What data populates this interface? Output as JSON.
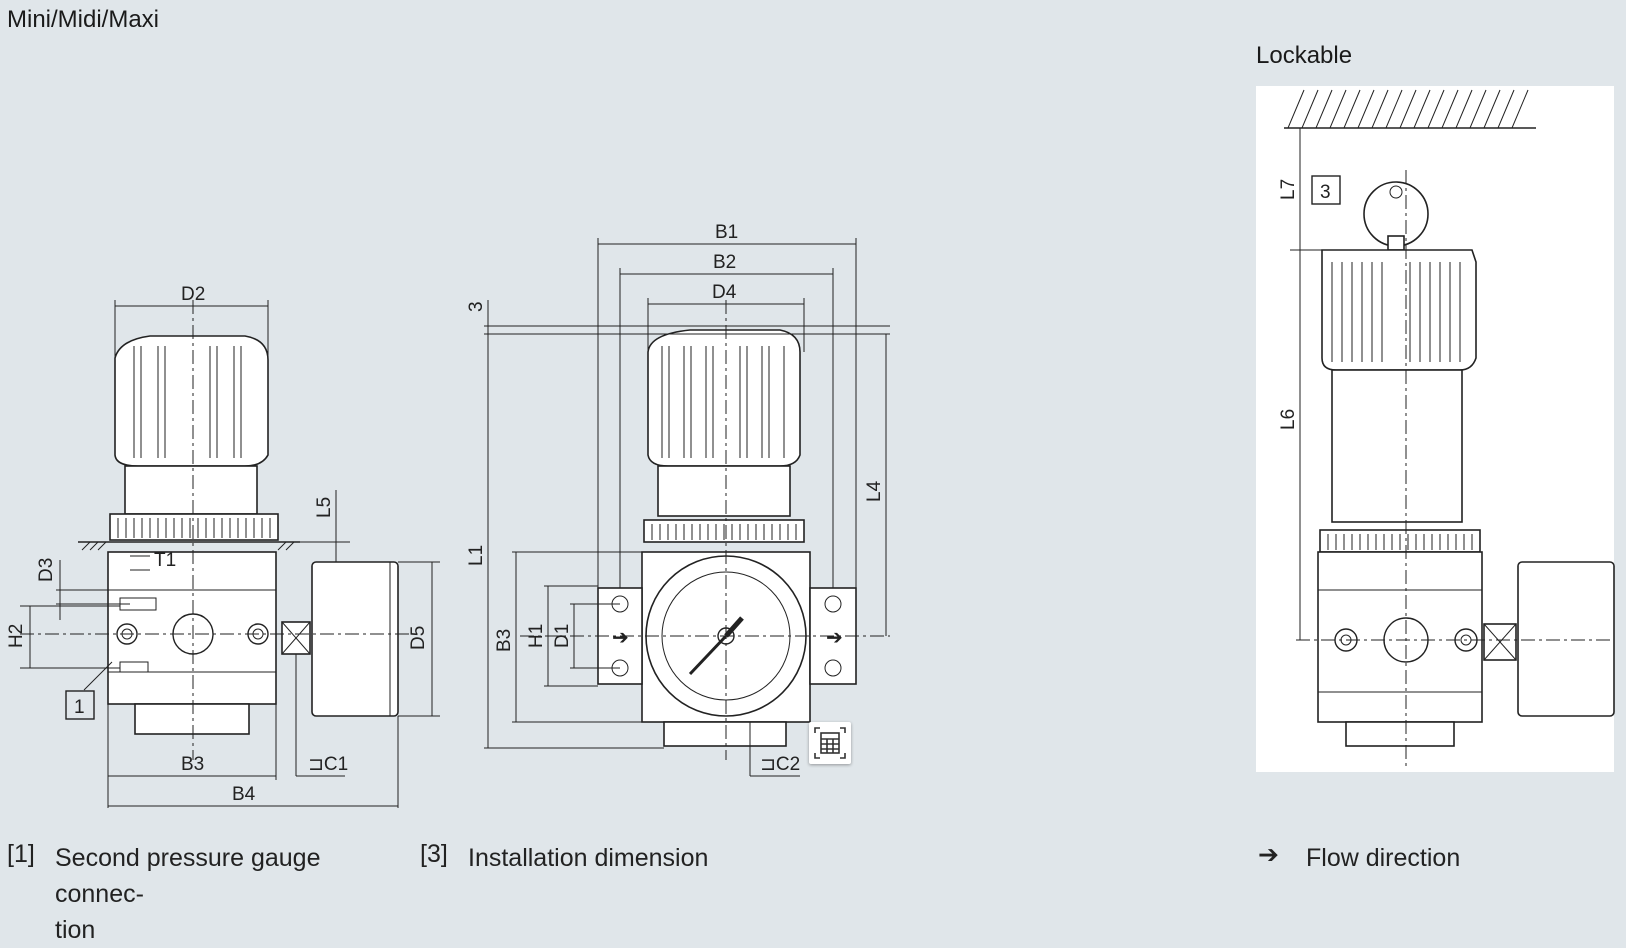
{
  "header": {
    "title": "Mini/Midi/Maxi"
  },
  "lockable": {
    "title": "Lockable"
  },
  "labels": {
    "D2": "D2",
    "T1": "T1",
    "D3": "D3",
    "H2": "H2",
    "L5": "L5",
    "D5": "D5",
    "B3": "B3",
    "B4": "B4",
    "wrench1": "⊐C1",
    "callout1": "1",
    "B1": "B1",
    "B2": "B2",
    "D4": "D4",
    "dim3": "3",
    "L1": "L1",
    "L4": "L4",
    "H1": "H1",
    "D1": "D1",
    "wrench2": "⊐C2",
    "L7": "L7",
    "L6": "L6",
    "callout3": "3"
  },
  "legend": [
    {
      "num": "[1]",
      "text_line1": "Second pressure gauge connec-",
      "text_line2": "tion"
    },
    {
      "num": "[3]",
      "text_line1": "Installation dimension"
    },
    {
      "num": "➔",
      "text_line1": "Flow direction"
    }
  ],
  "icons": {
    "calculator": "calculator-icon"
  }
}
